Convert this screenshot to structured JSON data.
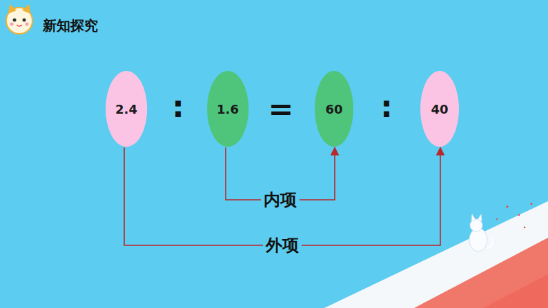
{
  "diagram": {
    "title": "新知探究",
    "nodes": [
      {
        "text": [
          "2.4"
        ]
      },
      {
        "text": [
          "1.6"
        ]
      },
      {
        "text": [
          "60"
        ]
      },
      {
        "text": [
          "40"
        ]
      }
    ],
    "edges": [
      {
        "from": 1,
        "to": 2,
        "arrow": "to",
        "label": "内项"
      },
      {
        "from": 0,
        "to": 3,
        "arrow": "to",
        "label": "外项"
      }
    ],
    "labels": [
      ":",
      "=",
      ":"
    ]
  }
}
